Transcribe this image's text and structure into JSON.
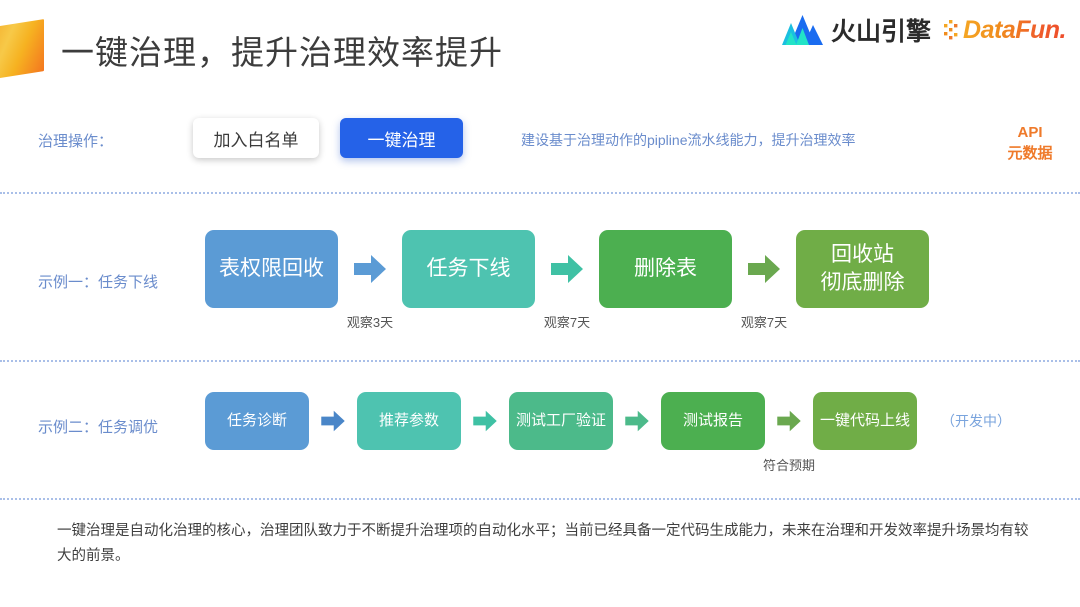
{
  "header": {
    "title": "一键治理，提升治理效率提升",
    "brand_mark": "orange-parallelogram-mark",
    "volcano_logo_text": "火山引擎",
    "datafun_logo_text": "DataFun."
  },
  "colors": {
    "accent_blue": "#2562e8",
    "label_blue": "#6a8ccc",
    "accent_orange": "#ef7a2a",
    "node_blue": "#5b9bd5",
    "node_teal": "#4ec3b0",
    "node_teal_green": "#4cba8a",
    "node_green": "#4caf50",
    "node_olive": "#70ad47",
    "divider": "#a9bfe8"
  },
  "operations": {
    "label": "治理操作：",
    "buttons": [
      {
        "label": "加入白名单",
        "style": "white"
      },
      {
        "label": "一键治理",
        "style": "blue"
      }
    ],
    "description": "建设基于治理动作的pipline流水线能力，提升治理效率",
    "api_meta": [
      "API",
      "元数据"
    ]
  },
  "example_one": {
    "label": "示例一：任务下线",
    "nodes": [
      {
        "text": "表权限回收",
        "color": "#5b9bd5"
      },
      {
        "text": "任务下线",
        "color": "#4ec3b0"
      },
      {
        "text": "删除表",
        "color": "#4caf50"
      },
      {
        "text": "回收站\n彻底删除",
        "color": "#70ad47"
      }
    ],
    "arrows": [
      {
        "color": "#5b9bd5",
        "note": "观察3天"
      },
      {
        "color": "#4ec3b0",
        "note": "观察7天"
      },
      {
        "color": "#6aa84f",
        "note": "观察7天"
      }
    ]
  },
  "example_two": {
    "label": "示例二：任务调优",
    "nodes": [
      {
        "text": "任务诊断",
        "color": "#5b9bd5"
      },
      {
        "text": "推荐参数",
        "color": "#4ec3b0"
      },
      {
        "text": "测试工厂验证",
        "color": "#4cba8a"
      },
      {
        "text": "测试报告",
        "color": "#4caf50"
      },
      {
        "text": "一键代码上线",
        "color": "#70ad47"
      }
    ],
    "arrows": [
      {
        "color": "#4a86c8",
        "note": ""
      },
      {
        "color": "#4ec3b0",
        "note": ""
      },
      {
        "color": "#4cba8a",
        "note": ""
      },
      {
        "color": "#6aa84f",
        "note": "符合预期"
      }
    ],
    "status_note": "（开发中）"
  },
  "footer": {
    "text": "一键治理是自动化治理的核心，治理团队致力于不断提升治理项的自动化水平；当前已经具备一定代码生成能力，未来在治理和开发效率提升场景均有较大的前景。"
  }
}
